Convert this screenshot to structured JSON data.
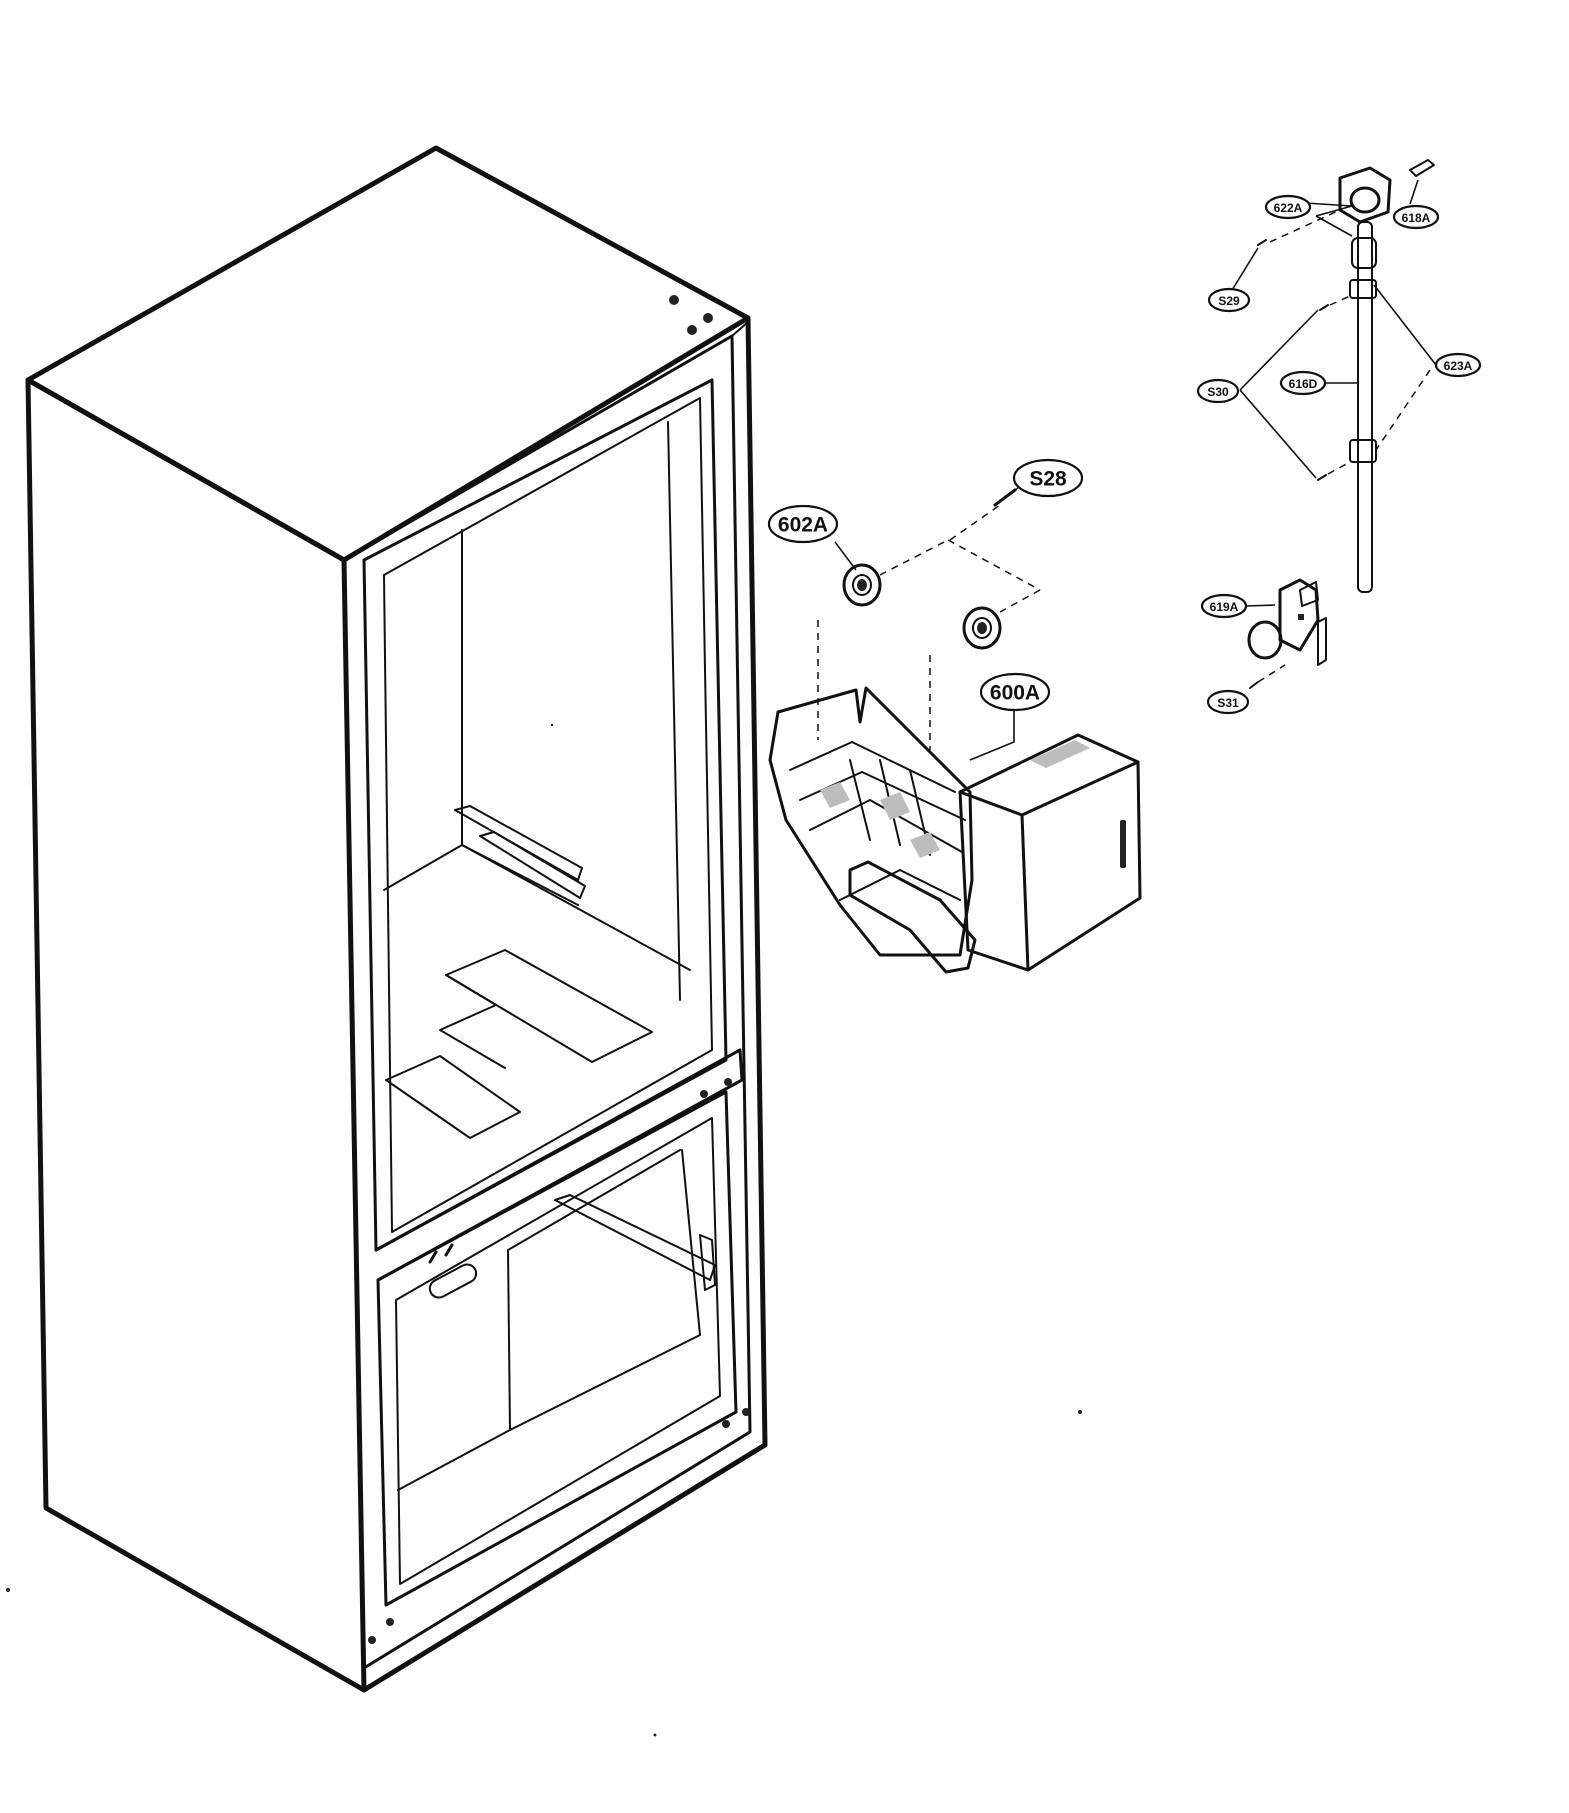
{
  "callouts": {
    "s28": "S28",
    "p602a": "602A",
    "p600a": "600A",
    "p622a": "622A",
    "p618a": "618A",
    "s29": "S29",
    "s30": "S30",
    "p616d": "616D",
    "p623a": "623A",
    "p619a": "619A",
    "s31": "S31"
  }
}
